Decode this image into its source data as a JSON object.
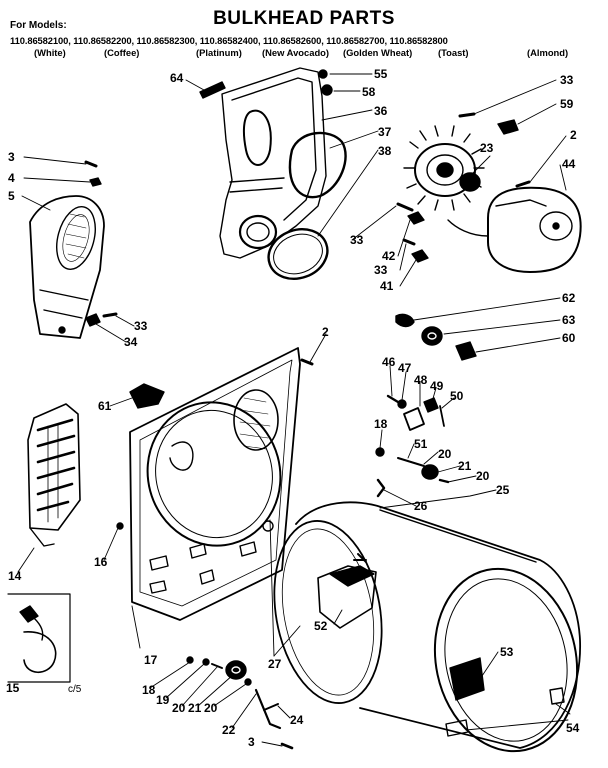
{
  "title": "BULKHEAD PARTS",
  "models_label": "For Models:",
  "models": "110.86582100, 110.86582200, 110.86582300, 110.86582400, 110.86582600, 110.86582700, 110.86582800",
  "colors": [
    "(White)",
    "(Coffee)",
    "(Platinum)",
    "(New Avocado)",
    "(Golden Wheat)",
    "(Toast)",
    "(Almond)"
  ],
  "footer_code": "c/5",
  "part_labels": {
    "p64": "64",
    "p55": "55",
    "p58": "58",
    "p36": "36",
    "p37": "37",
    "p38": "38",
    "p33a": "33",
    "p59": "59",
    "p2a": "2",
    "p23": "23",
    "p44": "44",
    "p3a": "3",
    "p4": "4",
    "p5": "5",
    "p33b": "33",
    "p42": "42",
    "p33c": "33",
    "p41": "41",
    "p33d": "33",
    "p34": "34",
    "p62": "62",
    "p63": "63",
    "p60": "60",
    "p2b": "2",
    "p46": "46",
    "p47": "47",
    "p48": "48",
    "p49": "49",
    "p50": "50",
    "p61": "61",
    "p18a": "18",
    "p51": "51",
    "p20a": "20",
    "p21a": "21",
    "p20b": "20",
    "p25": "25",
    "p26": "26",
    "p16": "16",
    "p14": "14",
    "p52": "52",
    "p53": "53",
    "p15": "15",
    "p17": "17",
    "p27": "27",
    "p18b": "18",
    "p19": "19",
    "p20c": "20",
    "p21b": "21",
    "p20d": "20",
    "p22": "22",
    "p24": "24",
    "p3b": "3",
    "p54": "54"
  }
}
